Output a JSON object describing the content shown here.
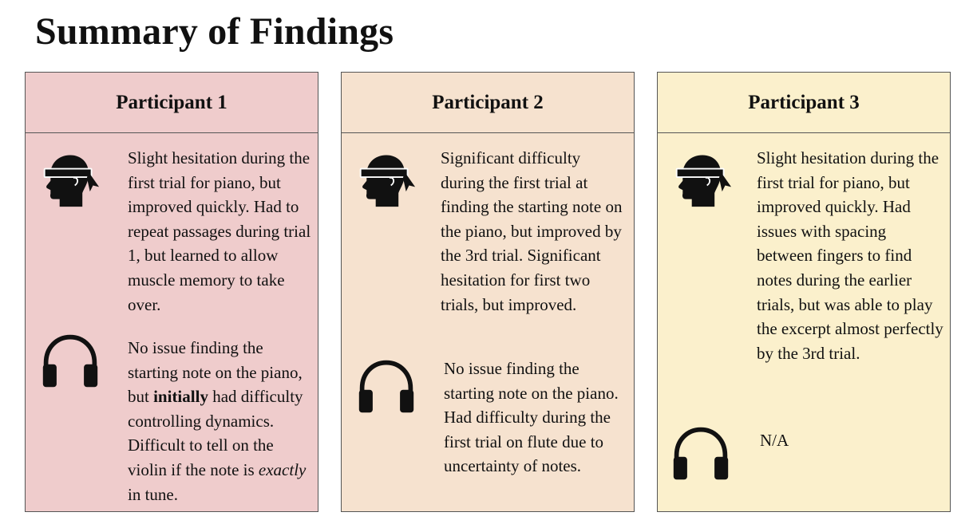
{
  "title": "Summary of Findings",
  "colors": {
    "participant_1_bg": "#efcccc",
    "participant_2_bg": "#f6e2cf",
    "participant_3_bg": "#fbf0cc",
    "border": "#555555",
    "icon": "#111111"
  },
  "icons": {
    "blindfold": "blindfold-head-icon",
    "headphones": "headphones-icon"
  },
  "participants": [
    {
      "name": "Participant 1",
      "blindfold_text": "Slight hesitation during the first trial for piano, but improved quickly. Had to repeat passages during trial 1, but learned to allow muscle memory to take over.",
      "audio_text": {
        "part1": "No issue finding the starting note on the piano, but ",
        "bold": "initially",
        "part2": " had difficulty controlling dynamics. Difficult to tell on the violin if the note is ",
        "italic": "exactly",
        "part3": " in tune."
      }
    },
    {
      "name": "Participant 2",
      "blindfold_text": "Significant difficulty during the first trial at finding the starting note on the piano, but improved by the 3rd trial. Significant hesitation for first two trials, but improved.",
      "audio_text": "No issue finding the starting note on the piano. Had difficulty during the first trial on flute due to uncertainty of notes."
    },
    {
      "name": "Participant 3",
      "blindfold_text": "Slight hesitation during the first trial for piano, but improved quickly. Had issues with spacing between fingers to find notes during the earlier trials, but was able to play the excerpt almost perfectly by the 3rd trial.",
      "audio_text": "N/A"
    }
  ]
}
